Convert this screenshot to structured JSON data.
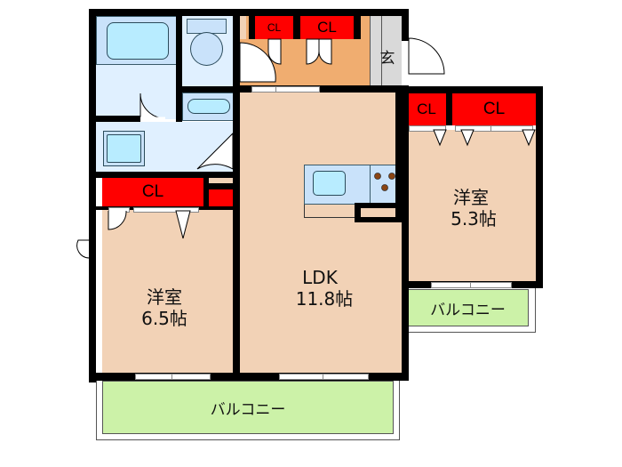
{
  "floorplan": {
    "rooms": {
      "western_room_left": {
        "name": "洋室",
        "size": "6.5帖"
      },
      "ldk": {
        "name": "LDK",
        "size": "11.8帖"
      },
      "western_room_right": {
        "name": "洋室",
        "size": "5.3帖"
      },
      "entrance": {
        "name": "玄"
      }
    },
    "closets": {
      "top_small": "CL",
      "top_large": "CL",
      "right_small": "CL",
      "right_large": "CL",
      "left_room": "CL"
    },
    "balconies": {
      "bottom": "バルコニー",
      "right": "バルコニー"
    },
    "colors": {
      "room_floor": "#f2d2b6",
      "hallway": "#f0ad70",
      "wet_area": "#e0f0ff",
      "closet": "#ff0000",
      "balcony": "#ccf2a8",
      "entrance": "#d9d9d9",
      "wall": "#000000"
    }
  }
}
